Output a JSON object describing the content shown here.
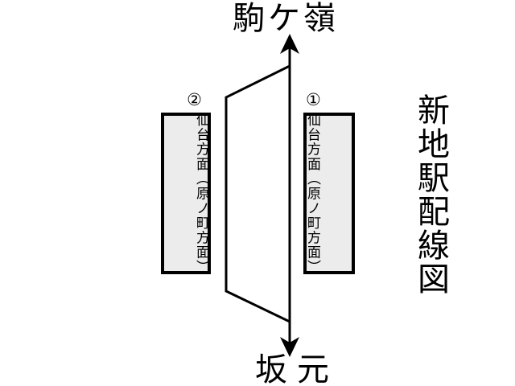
{
  "diagram": {
    "title": "新地駅配線図",
    "top_station": "駒ケ嶺",
    "bottom_station": "坂元",
    "platforms": [
      {
        "number": "②",
        "label": "仙台方面（原ノ町方面）"
      },
      {
        "number": "①",
        "label": "仙台方面（原ノ町方面）"
      }
    ],
    "colors": {
      "background": "#ffffff",
      "line": "#000000",
      "platform_fill": "#ececec",
      "platform_border": "#000000",
      "text": "#000000"
    }
  }
}
